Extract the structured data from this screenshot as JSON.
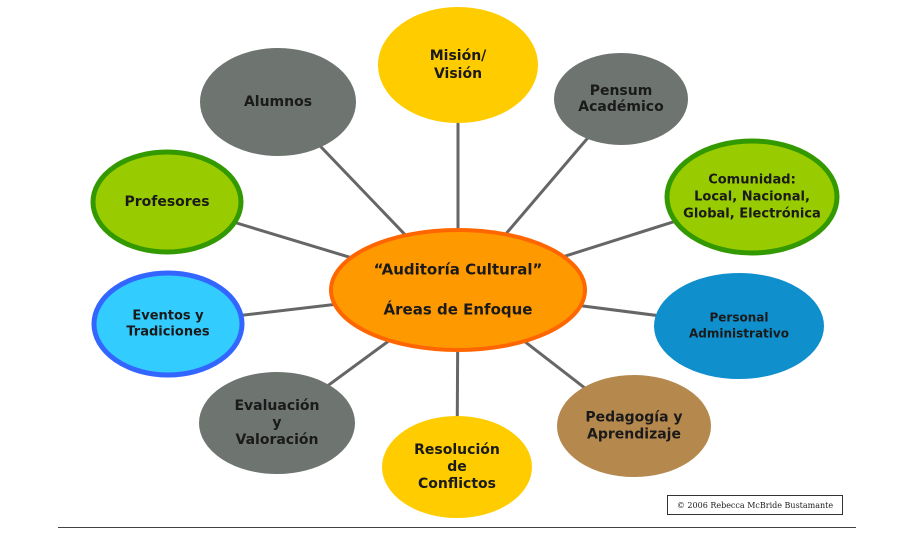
{
  "diagram": {
    "center": {
      "lines": [
        "“Auditoría Cultural”",
        "",
        "Áreas de Enfoque"
      ],
      "fill": "#FF9900",
      "stroke": "#FF6600"
    },
    "nodes": [
      {
        "id": "mision-vision",
        "lines": [
          "Misión/",
          "Visión"
        ],
        "fill": "#FFCC00",
        "stroke": "#FFCC00"
      },
      {
        "id": "pensum-academico",
        "lines": [
          "Pensum",
          "Académico"
        ],
        "fill": "#6E7470",
        "stroke": "#6E7470"
      },
      {
        "id": "comunidad",
        "lines": [
          "Comunidad:",
          "Local, Nacional,",
          "Global, Electrónica"
        ],
        "fill": "#99CC00",
        "stroke": "#339900"
      },
      {
        "id": "personal-administrativo",
        "lines": [
          "Personal",
          "Administrativo"
        ],
        "fill": "#0F8FCC",
        "stroke": "#0F8FCC"
      },
      {
        "id": "pedagogia-aprendizaje",
        "lines": [
          "Pedagogía y",
          "Aprendizaje"
        ],
        "fill": "#B5884E",
        "stroke": "#B5884E"
      },
      {
        "id": "resolucion-conflictos",
        "lines": [
          "Resolución",
          "de",
          "Conflictos"
        ],
        "fill": "#FFCC00",
        "stroke": "#FFCC00"
      },
      {
        "id": "evaluacion-valoracion",
        "lines": [
          "Evaluación",
          "y",
          "Valoración"
        ],
        "fill": "#6E7470",
        "stroke": "#6E7470"
      },
      {
        "id": "eventos-tradiciones",
        "lines": [
          "Eventos y",
          "Tradiciones"
        ],
        "fill": "#33CCFF",
        "stroke": "#3366FF"
      },
      {
        "id": "profesores",
        "lines": [
          "Profesores"
        ],
        "fill": "#99CC00",
        "stroke": "#339900"
      },
      {
        "id": "alumnos",
        "lines": [
          "Alumnos"
        ],
        "fill": "#6E7470",
        "stroke": "#6E7470"
      }
    ],
    "connector_color": "#666666"
  },
  "copyright": "© 2006 Rebecca McBride Bustamante"
}
